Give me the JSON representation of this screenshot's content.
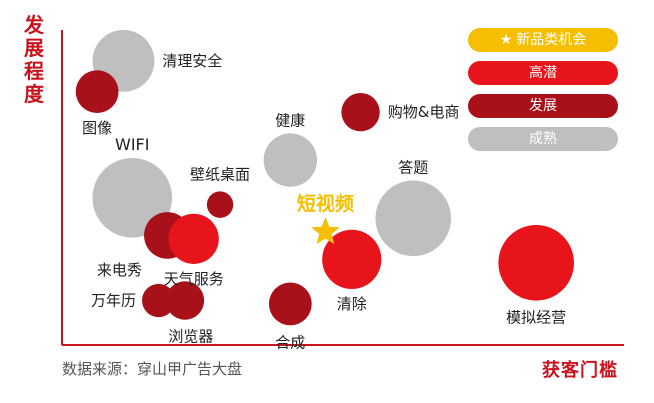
{
  "chart_data": {
    "type": "bubble",
    "y_axis_label": "发展程度",
    "x_axis_label": "获客门槛",
    "source": "数据来源：穿山甲广告大盘",
    "highlight": {
      "label": "短视频",
      "category": "新品类机会",
      "x": 3.0,
      "y": 3.3
    },
    "legend": [
      {
        "label": "新品类机会",
        "color": "#f6be00",
        "icon": "star-icon"
      },
      {
        "label": "高潜",
        "color": "#e8141c"
      },
      {
        "label": "发展",
        "color": "#a8101a"
      },
      {
        "label": "成熟",
        "color": "#bfbfbf"
      }
    ],
    "points": [
      {
        "label": "清理安全",
        "x": 0.7,
        "y": 8.3,
        "size": 5,
        "category": "成熟"
      },
      {
        "label": "图像",
        "x": 0.4,
        "y": 7.4,
        "size": 2,
        "category": "发展"
      },
      {
        "label": "购物&电商",
        "x": 3.4,
        "y": 6.8,
        "size": 1.5,
        "category": "发展"
      },
      {
        "label": "健康",
        "x": 2.6,
        "y": 5.4,
        "size": 3.5,
        "category": "成熟"
      },
      {
        "label": "WIFI",
        "x": 0.8,
        "y": 4.3,
        "size": 9,
        "category": "成熟"
      },
      {
        "label": "壁纸桌面",
        "x": 1.8,
        "y": 4.1,
        "size": 0.5,
        "category": "发展"
      },
      {
        "label": "答题",
        "x": 4.0,
        "y": 3.7,
        "size": 8,
        "category": "成熟"
      },
      {
        "label": "来电秀",
        "x": 1.2,
        "y": 3.2,
        "size": 2.5,
        "category": "发展"
      },
      {
        "label": "天气服务",
        "x": 1.5,
        "y": 3.1,
        "size": 3,
        "category": "高潜"
      },
      {
        "label": "清除",
        "x": 3.3,
        "y": 2.5,
        "size": 4.5,
        "category": "高潜"
      },
      {
        "label": "模拟经营",
        "x": 5.4,
        "y": 2.4,
        "size": 8,
        "category": "高潜"
      },
      {
        "label": "万年历",
        "x": 1.1,
        "y": 1.3,
        "size": 1,
        "category": "发展"
      },
      {
        "label": "浏览器",
        "x": 1.4,
        "y": 1.3,
        "size": 1.5,
        "category": "发展"
      },
      {
        "label": "合成",
        "x": 2.6,
        "y": 1.2,
        "size": 2,
        "category": "发展"
      }
    ]
  }
}
